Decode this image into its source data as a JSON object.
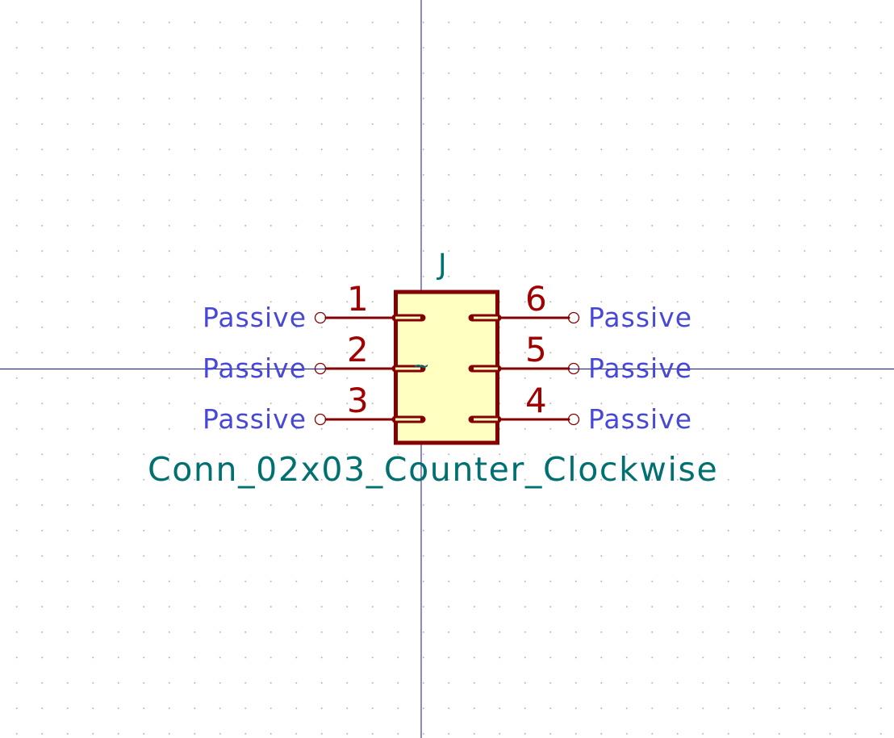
{
  "colors": {
    "background": "#ffffff",
    "grid_dot": "#b9b9b9",
    "axis": "#14149a",
    "body_fill": "#ffffc2",
    "body_outline": "#840000",
    "pin": "#840000",
    "pin_number": "#a00000",
    "pin_name": "#4848d6",
    "field_text": "#007070"
  },
  "symbol": {
    "reference": "J",
    "value": "Conn_02x03_Counter_Clockwise",
    "body_marker": "~",
    "pins_left": [
      {
        "number": "1",
        "name": "Passive"
      },
      {
        "number": "2",
        "name": "Passive"
      },
      {
        "number": "3",
        "name": "Passive"
      }
    ],
    "pins_right": [
      {
        "number": "6",
        "name": "Passive"
      },
      {
        "number": "5",
        "name": "Passive"
      },
      {
        "number": "4",
        "name": "Passive"
      }
    ]
  },
  "icons": {
    "pin_end": "open-circle-icon"
  }
}
